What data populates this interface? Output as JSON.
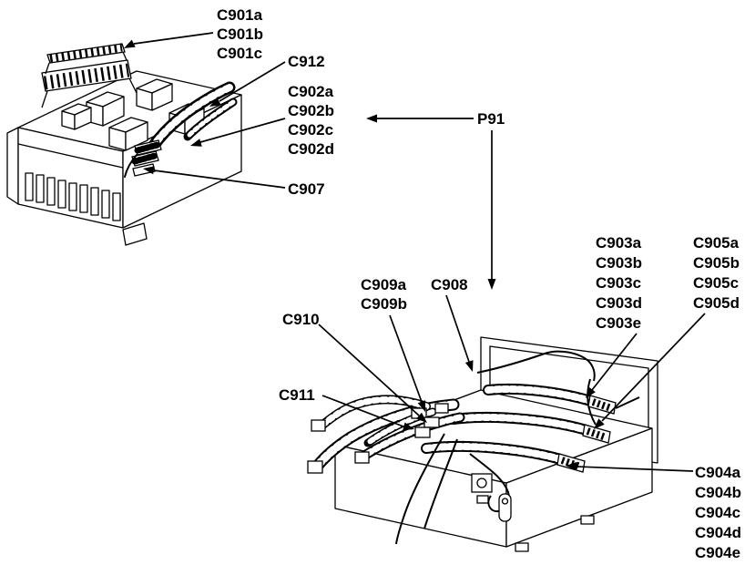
{
  "colors": {
    "ink": "#000000",
    "paper": "#ffffff"
  },
  "labels": {
    "c901_group": [
      "C901a",
      "C901b",
      "C901c"
    ],
    "c912": "C912",
    "c902_group": [
      "C902a",
      "C902b",
      "C902c",
      "C902d"
    ],
    "c907": "C907",
    "p91": "P91",
    "c909_group": [
      "C909a",
      "C909b"
    ],
    "c908": "C908",
    "c910": "C910",
    "c911": "C911",
    "c903_group": [
      "C903a",
      "C903b",
      "C903c",
      "C903d",
      "C903e"
    ],
    "c905_group": [
      "C905a",
      "C905b",
      "C905c",
      "C905d"
    ],
    "c904_group": [
      "C904a",
      "C904b",
      "C904c",
      "C904d",
      "C904e"
    ]
  }
}
